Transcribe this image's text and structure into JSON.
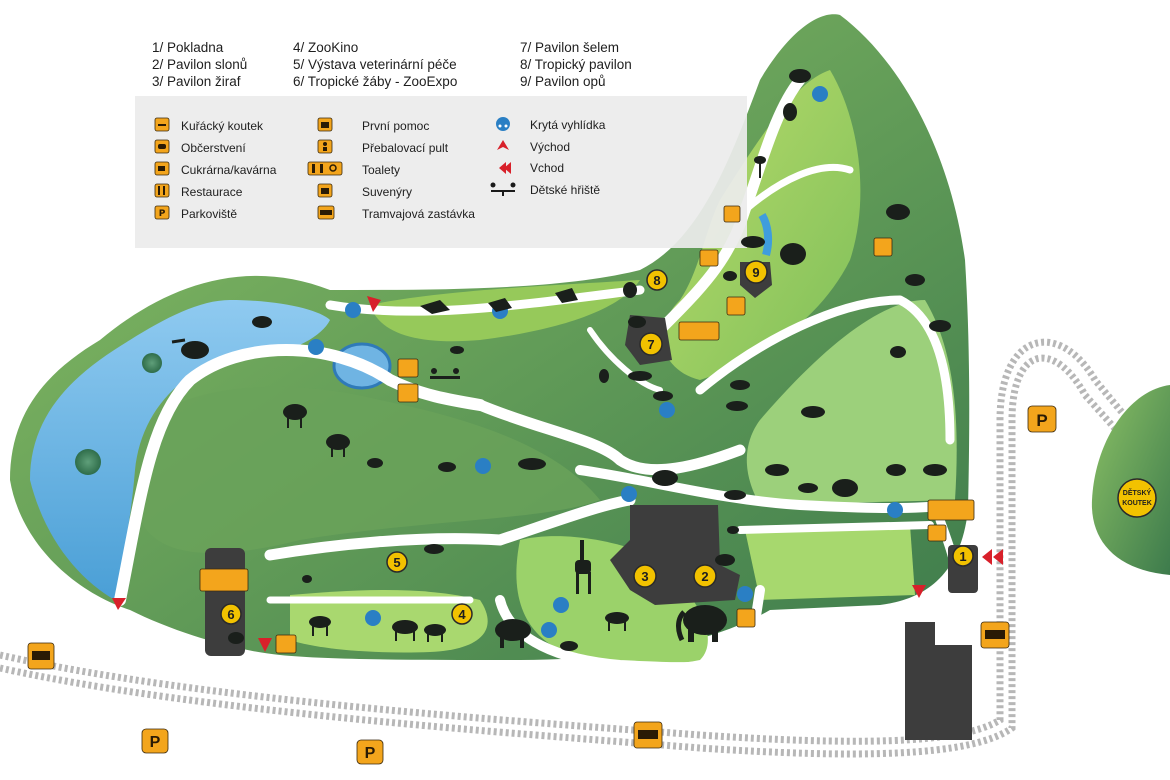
{
  "title_list": {
    "col1": [
      "1/ Pokladna",
      "2/ Pavilon slonů",
      "3/ Pavilon žiraf"
    ],
    "col2": [
      "4/ ZooKino",
      "5/ Výstava veterinární péče",
      "6/ Tropické žáby - ZooExpo"
    ],
    "col3": [
      "7/ Pavilon šelem",
      "8/ Tropický pavilon",
      "9/ Pavilon opů"
    ]
  },
  "legend": {
    "col1": [
      "Kuřácký koutek",
      "Občerstvení",
      "Cukrárna/kavárna",
      "Restaurace",
      "Parkoviště"
    ],
    "col2": [
      "První pomoc",
      "Přebalovací pult",
      "Toalety",
      "Suvenýry",
      "Tramvajová zastávka"
    ],
    "col3": [
      "Krytá vyhlídka",
      "Východ",
      "Vchod",
      "Dětské hřiště"
    ]
  },
  "markers": {
    "pavilions": [
      "1",
      "2",
      "3",
      "4",
      "5",
      "6",
      "7",
      "8",
      "9"
    ],
    "parking": "P",
    "childrens_corner_line1": "DĚTSKÝ",
    "childrens_corner_line2": "KOUTEK"
  },
  "colors": {
    "grass_light": "#9fcf5a",
    "grass_dark": "#5f9c57",
    "forest": "#3f7a4a",
    "water": "#69b3e0",
    "path": "#ffffff",
    "building": "#3b3b3b",
    "icon_orange": "#f3a51c",
    "cover_blue": "#2a7fc4",
    "exit_red": "#d8202a",
    "legend_bg": "#ececec"
  },
  "icons": [
    "smoking-icon",
    "snack-icon",
    "cafe-icon",
    "restaurant-icon",
    "parking-icon",
    "first-aid-icon",
    "changing-table-icon",
    "toilet-icon",
    "souvenir-icon",
    "tram-icon",
    "covered-viewpoint-icon",
    "exit-icon",
    "entrance-icon",
    "playground-icon"
  ]
}
